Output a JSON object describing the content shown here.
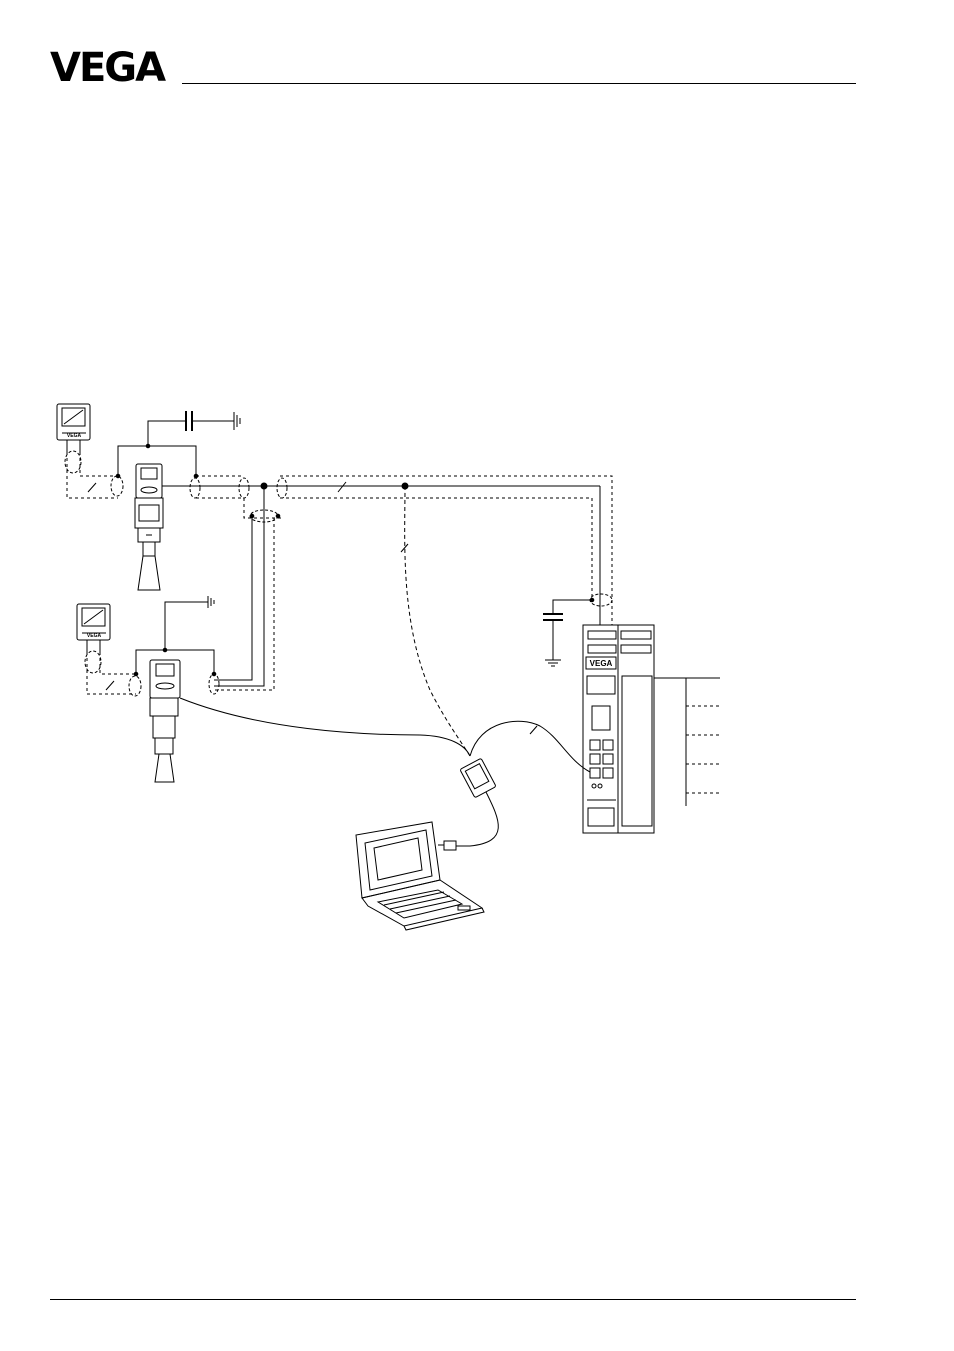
{
  "header": {
    "logo_text": "VEGA"
  },
  "device_labels": {
    "indicator_small": "VEGA",
    "processing_unit_logo": "VEGA"
  }
}
